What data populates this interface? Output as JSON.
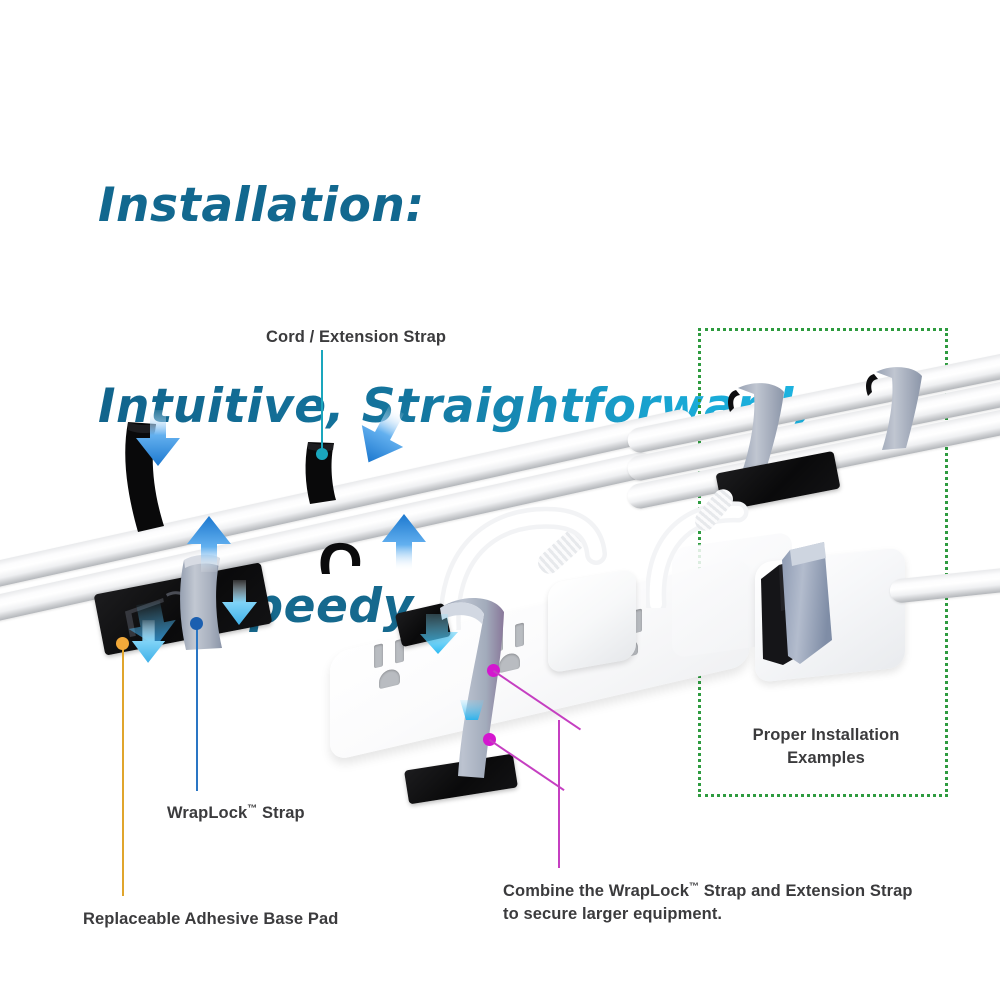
{
  "headline": {
    "line1": "Installation:",
    "line2": "Intuitive, Straightforward,",
    "line3": "and Speedy",
    "color_dark": "#12688f",
    "color_light": "#22bdea"
  },
  "callouts": {
    "cord_extension_strap": "Cord / Extension Strap",
    "wraplock_strap": "WrapLock",
    "wraplock_strap_tm": "™",
    "wraplock_strap_suffix": " Strap",
    "adhesive_base_pad": "Replaceable Adhesive Base Pad",
    "combine_line1_a": "Combine the WrapLock",
    "combine_tm": "™",
    "combine_line1_b": " Strap and Extension",
    "combine_line2": "Strap to secure larger equipment."
  },
  "callout_colors": {
    "cord_line": "#1aa6bd",
    "wraplock_line": "#2a76c4",
    "base_pad_line": "#f2a93a",
    "combine_line": "#d416cf"
  },
  "highlight_box": {
    "title_line1": "Proper Installation",
    "title_line2": "Examples",
    "border_color": "#2e9b3f",
    "border_style": "dotted"
  },
  "product_colors": {
    "strap_gray": "#a6aebd",
    "strap_black": "#000000",
    "cable_white": "#ffffff",
    "arrow_blue": "#1f7fd6",
    "background": "#ffffff"
  }
}
